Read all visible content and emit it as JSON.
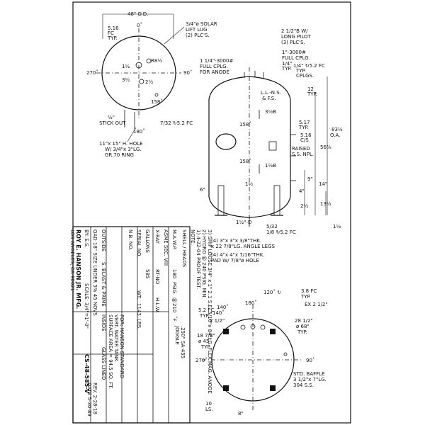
{
  "top_view": {
    "od": "48\" O.D.",
    "solar_lug": [
      "3/4\"ø SOLAR",
      "LIFT LUG",
      "(2) PLC'S."
    ],
    "typ_516": [
      "5.16",
      "FC",
      "TYP."
    ],
    "angle_0": "0˚",
    "angle_90": "90˚",
    "angle_180": "180˚",
    "angle_270": "270˚",
    "angle_158": "158˚",
    "radius": "R8½",
    "dim_1_half": "1½",
    "dim_2_half": "2½",
    "dim_3_half": "3½",
    "stick_out": [
      "½\"",
      "STICK OUT"
    ],
    "hole": [
      "11\"x 15\" H. HOLE",
      "W/ 3/4\"x 3\"LG.",
      "GR.70 RING"
    ],
    "pc_label": "7/32 ↻5.2 FC"
  },
  "elevation": {
    "pilot": [
      "2 1/2\"B W/",
      "LONG PILOT",
      "(3) PLC'S."
    ],
    "cplg_3000_a": [
      "1\"-3000#",
      "FULL CPLG."
    ],
    "cplg_3000_b": [
      "1 1/4\"-3000#",
      "FULL CPLG.",
      "FOR ANODE"
    ],
    "typ_14": [
      "1/4\"",
      "TYP."
    ],
    "fc_52": [
      "1/4\" ↻5.2 FC",
      "TYP.",
      "CPLGS."
    ],
    "ll_ns": [
      "L.L.-N.S.",
      "& F.S."
    ],
    "typ_12": [
      "12",
      "TYP."
    ],
    "typ_517": [
      "5.17",
      "TYP."
    ],
    "cs_516": [
      "5.16",
      "C/S"
    ],
    "raised": [
      "RAISED",
      "S.S. NPL."
    ],
    "overall": [
      "83½",
      "O.A."
    ],
    "dim_562": "56⅞",
    "dim_14": "14\"",
    "dim_9": "9\"",
    "dim_4": "4\"",
    "dim_13": "13½",
    "dim_6": "6\"",
    "dim_1_half": "1½",
    "dim_2_half": "2½",
    "dim_3b": "3½B",
    "dim_15b": "1½B",
    "dim_158": "158˚",
    "bottom": [
      "1½\"-D",
      "5/32",
      "1/8 ↻5.2 FC"
    ],
    "legs": [
      "(4) 3\"x 3\"x 3/8\"THK.",
      "x 22 7/8\"LG. ANGLE LEGS"
    ],
    "pad": [
      "(4) 4\"x 4\"x 7/16\"THK.",
      "PAD W/ 7/8\"ø HOLE"
    ],
    "dim_1_16": "1⅛"
  },
  "plan_view": {
    "typ_120": "120˚ ↻",
    "fc_38": [
      "3.8 FC",
      "TYP."
    ],
    "ex": "EX 2 1/2\"",
    "angle_140a": "140˚",
    "angle_140b": "140˚",
    "fc_52": "5.2 FC",
    "typ": "TYP.",
    "dim_2_1_2": "2 1/2\"",
    "angle_180": "180˚",
    "angle_28": [
      "28 1/2\"",
      "ø 68\"",
      "TYP."
    ],
    "dim_18": [
      "18 7/8\"",
      "ø 45˚",
      "TYP."
    ],
    "angle_270": "270˚",
    "angle_90": "90˚",
    "baffle": [
      "STD. BAFFLE",
      "3 1/2\"x 7\"LG.",
      "304 S.S."
    ],
    "ls": [
      "10",
      "LS."
    ],
    "dim_8": "8\""
  },
  "title_block": {
    "shell_heads": "SHELL / HEADS",
    "mawp": "M.A.W.P.",
    "mawp_val": "180",
    "psig": "PSIG",
    "at": "@",
    "temp": "210",
    "deg": "˚F",
    "shell_mat": ".250\" SA-455",
    "head_mat": ".250\" SA-455",
    "joggle": "JOGGLE",
    "note_head": "NOTE:",
    "notes": [
      "1) 4-22-04 PROOF TEST.",
      "2) HYDRO @ 240 PSIG. MIN.",
      "3) SHIP LOOSE 3/4\" x 1\" 2.1 S.E. 5/16\"x 84\"LG. FLEX MAG. ANODE"
    ],
    "asme_sec": "ASME SEC. VIII",
    "xray": "X-RAY",
    "xray_val": "RT-NO",
    "gallons": "GALLONS",
    "gallons_val": "585",
    "serial": "SERIAL NO.",
    "weight_lbl": "WT.",
    "weight_val": "1143",
    "lbs": "LBS.",
    "nb": "N.B. NO.",
    "hlw": "H.L.W.",
    "customer": "FOR: HANSON STANDARD",
    "vessel": "VERT. WATER TANK",
    "surface": "SURFACE AREA = 94.5 SQ. FT.",
    "inside": "INSIDE",
    "lining": "GLASS LINED",
    "outside": "OUTSIDE",
    "finish": "S. BLAST & PRIME",
    "rev_lbl": "REV. 2-28-18",
    "date": "DATE 5-30-89",
    "dwg_no": "CS-48-585-V",
    "spec": "QAD 18\" SIZE UNDER 5% 45 NOVS",
    "by": "BY: E.S.",
    "scale": "SCALE: 3/4\"=1'-0\"",
    "company": "ROY E. HANSON JR. MFG.",
    "address": "LOS ANGELES, CA 90021"
  }
}
